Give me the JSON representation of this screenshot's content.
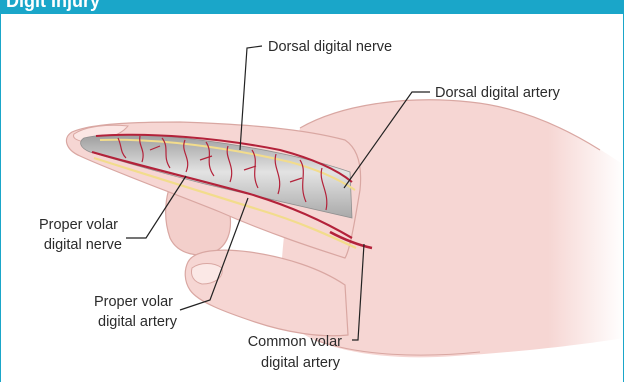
{
  "header": {
    "title": "Digit Injury",
    "color": "#1aa6c9"
  },
  "labels": {
    "dorsal_digital_nerve": "Dorsal digital nerve",
    "dorsal_digital_artery": "Dorsal digital artery",
    "proper_volar_digital_nerve": [
      "Proper volar",
      "digital nerve"
    ],
    "proper_volar_digital_artery": [
      "Proper volar",
      "digital artery"
    ],
    "common_volar_digital_artery": [
      "Common volar",
      "digital artery"
    ]
  },
  "colors": {
    "skin": "#f6d6d3",
    "skin_outline": "#d9a7a2",
    "bone": "#c7c7c7",
    "artery": "#b3223a",
    "nerve": "#f2dc8c",
    "leader": "#222222"
  }
}
